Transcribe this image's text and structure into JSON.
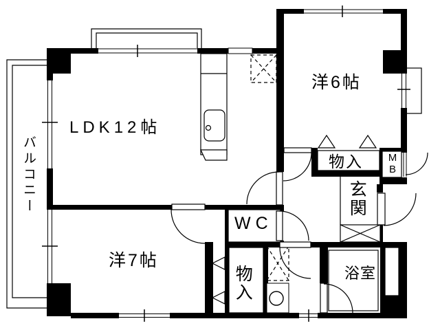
{
  "rooms": {
    "balcony": {
      "label": "バルコニー"
    },
    "ldk": {
      "label": "LDK12帖"
    },
    "bedroom_6": {
      "label": "洋6帖"
    },
    "bedroom_7": {
      "label": "洋7帖"
    },
    "entrance": {
      "label": "玄関"
    },
    "wc": {
      "label": "WC"
    },
    "bathroom": {
      "label": "浴室"
    },
    "storage_north": {
      "label": "物入"
    },
    "storage_south": {
      "label": "物入"
    },
    "meter_box": {
      "label": "MB",
      "line1": "M",
      "line2": "B"
    }
  },
  "colors": {
    "wall": "#000000",
    "background": "#ffffff",
    "line": "#000000"
  }
}
